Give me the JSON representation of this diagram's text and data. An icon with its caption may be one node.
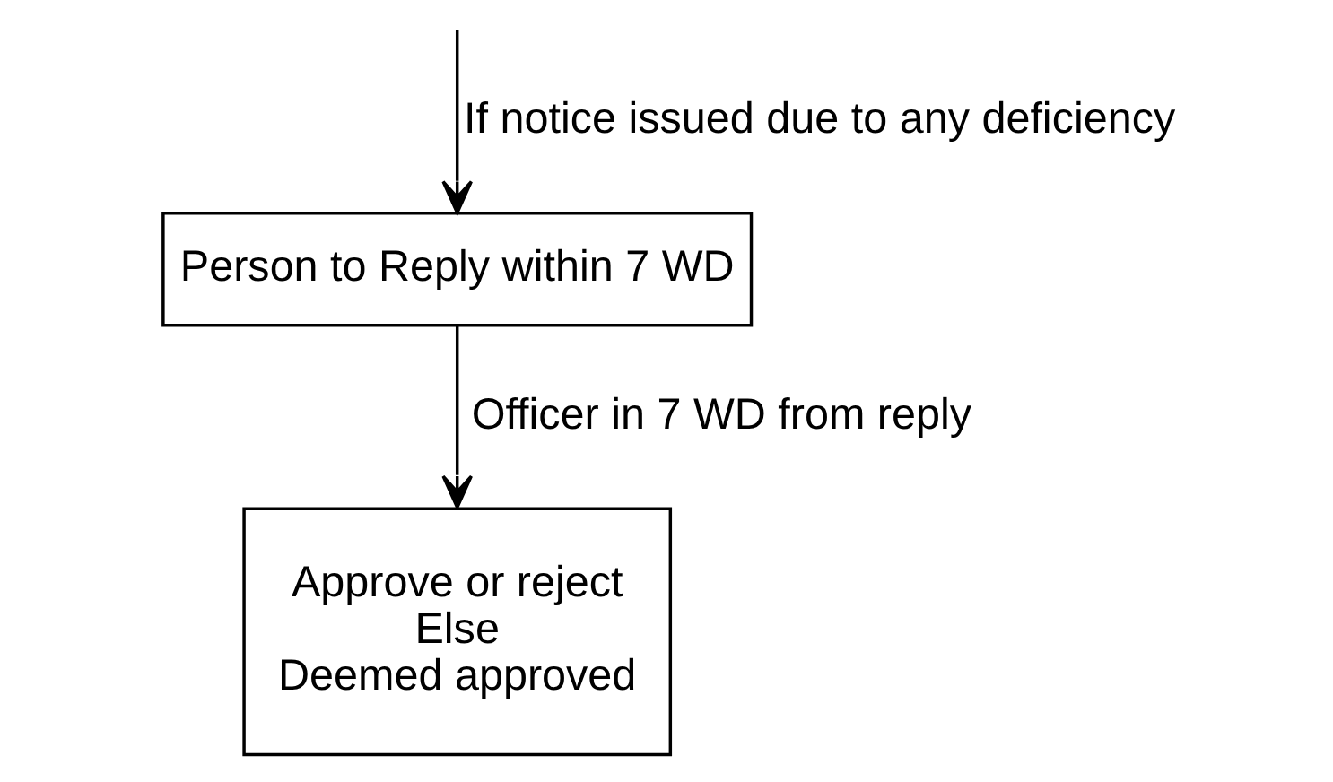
{
  "diagram": {
    "nodes": [
      {
        "text": [
          "Person to Reply within 7 WD"
        ]
      },
      {
        "text": [
          "Approve or reject",
          "Else",
          "Deemed approved"
        ]
      }
    ],
    "edges": [
      {
        "from": null,
        "to": 0,
        "arrow": "to",
        "label": "If notice issued due to any deficiency"
      },
      {
        "from": 0,
        "to": 1,
        "arrow": "to",
        "label": "Officer in 7 WD from reply"
      }
    ]
  }
}
